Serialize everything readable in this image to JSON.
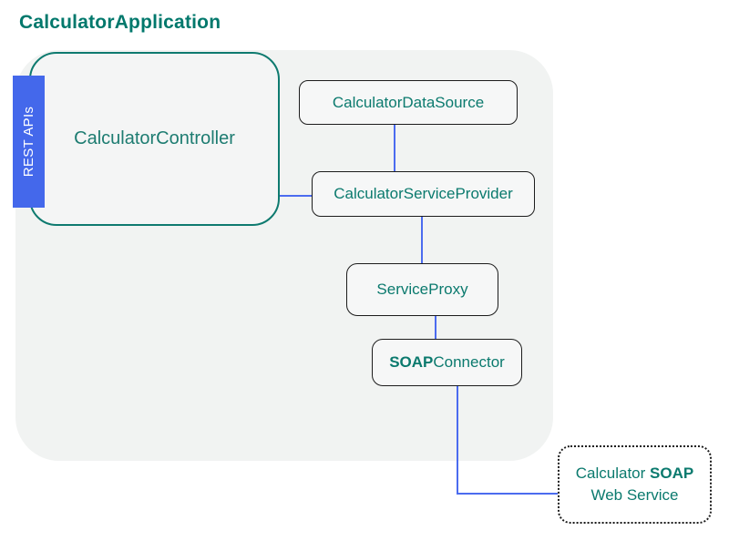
{
  "diagram": {
    "title": "CalculatorApplication",
    "rest_api": {
      "label": "REST APIs"
    },
    "controller": {
      "label": "CalculatorController"
    },
    "nodes": {
      "datasource": {
        "label": "CalculatorDataSource"
      },
      "provider": {
        "label": "CalculatorServiceProvider"
      },
      "proxy": {
        "label": "ServiceProxy"
      },
      "connector": {
        "label_bold": "SOAP",
        "label_regular": "Connector"
      }
    },
    "external_service": {
      "line1_regular": "Calculator ",
      "line1_bold": "SOAP",
      "line2": "Web Service"
    },
    "colors": {
      "title_teal": "#00786C",
      "node_text_teal": "#0B7A6E",
      "controller_border_teal": "#0E7A6F",
      "rest_label_blue": "#4468EB",
      "edge_blue": "#4B6BEF",
      "container_gray": "#F1F3F2",
      "node_fill": "#F6F7F7",
      "node_border": "#1C1C1C",
      "background": "#FFFFFF"
    }
  }
}
